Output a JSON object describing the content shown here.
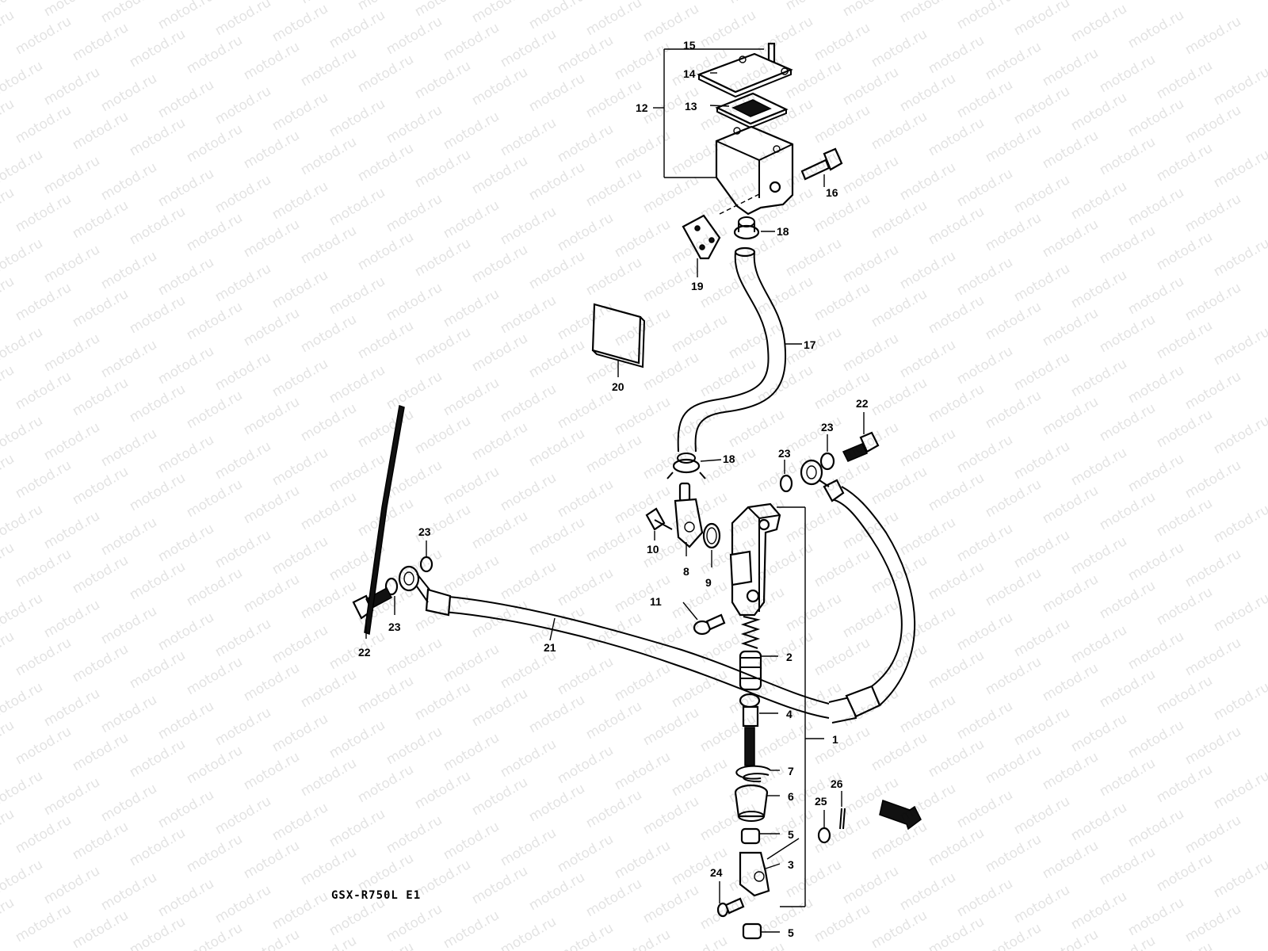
{
  "model_code": "GSX-R750L E1",
  "watermark_text": "motod.ru",
  "callouts": {
    "p1": "1",
    "p2": "2",
    "p3": "3",
    "p4": "4",
    "p5a": "5",
    "p5b": "5",
    "p6": "6",
    "p7": "7",
    "p8": "8",
    "p9": "9",
    "p10": "10",
    "p11": "11",
    "p12": "12",
    "p13": "13",
    "p14": "14",
    "p15": "15",
    "p16": "16",
    "p17": "17",
    "p18a": "18",
    "p18b": "18",
    "p19": "19",
    "p20": "20",
    "p21": "21",
    "p22a": "22",
    "p22b": "22",
    "p23a": "23",
    "p23b": "23",
    "p23c": "23",
    "p23d": "23",
    "p24": "24",
    "p25": "25",
    "p26": "26"
  },
  "colors": {
    "line": "#000000",
    "background": "#ffffff"
  }
}
